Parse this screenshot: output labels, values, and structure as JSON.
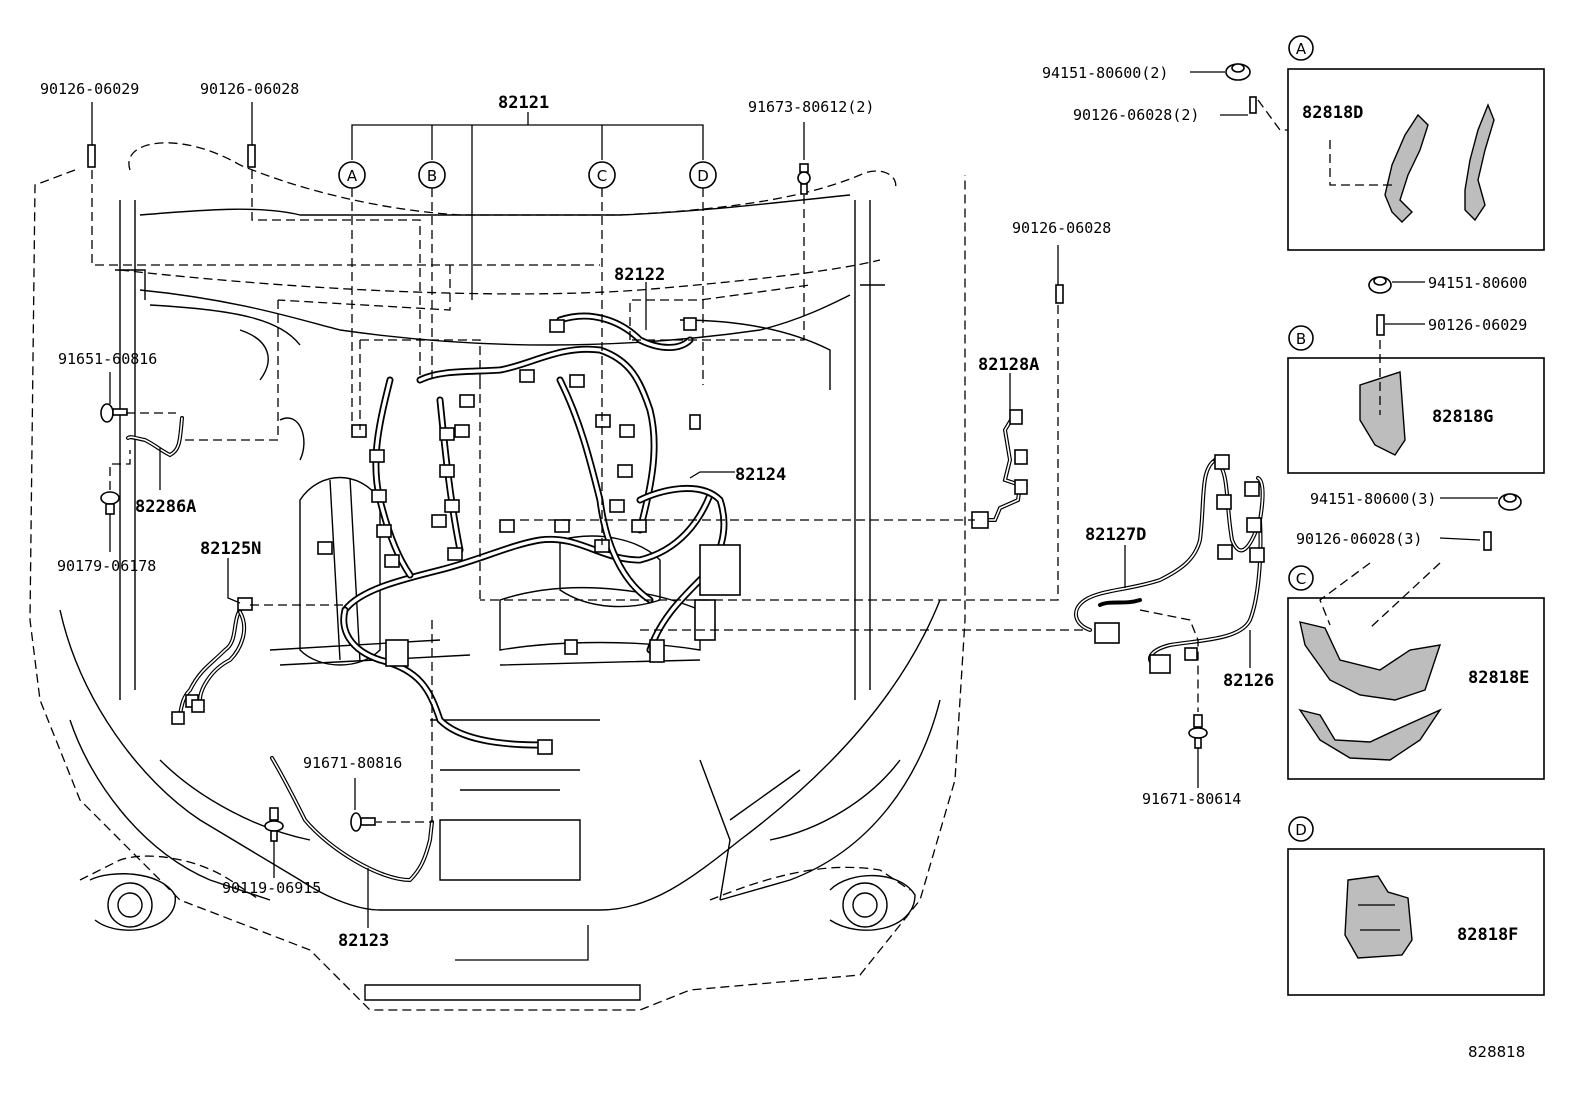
{
  "diagram": {
    "id_code": "828818",
    "labels": {
      "p82121": "82121",
      "p82122": "82122",
      "p82123": "82123",
      "p82124": "82124",
      "p82125N": "82125N",
      "p82126": "82126",
      "p82127D": "82127D",
      "p82128A": "82128A",
      "p82286A": "82286A",
      "f90126_06029": "90126-06029",
      "f90126_06028_top": "90126-06028",
      "f91673_80612": "91673-80612(2)",
      "f90126_06028_mid": "90126-06028",
      "f91651_60816": "91651-60816",
      "f90179_06178": "90179-06178",
      "f91671_80816": "91671-80816",
      "f90119_06915": "90119-06915",
      "f91671_80614": "91671-80614"
    },
    "callouts": [
      "A",
      "B",
      "C",
      "D"
    ],
    "details": {
      "A": {
        "letter": "A",
        "fastener_nut": "94151-80600(2)",
        "fastener_bolt": "90126-06028(2)",
        "part": "82818D"
      },
      "B": {
        "letter": "B",
        "fastener_nut": "94151-80600",
        "fastener_bolt": "90126-06029",
        "part": "82818G"
      },
      "C": {
        "letter": "C",
        "fastener_nut": "94151-80600(3)",
        "fastener_bolt": "90126-06028(3)",
        "part": "82818E"
      },
      "D": {
        "letter": "D",
        "part": "82818F"
      }
    }
  }
}
